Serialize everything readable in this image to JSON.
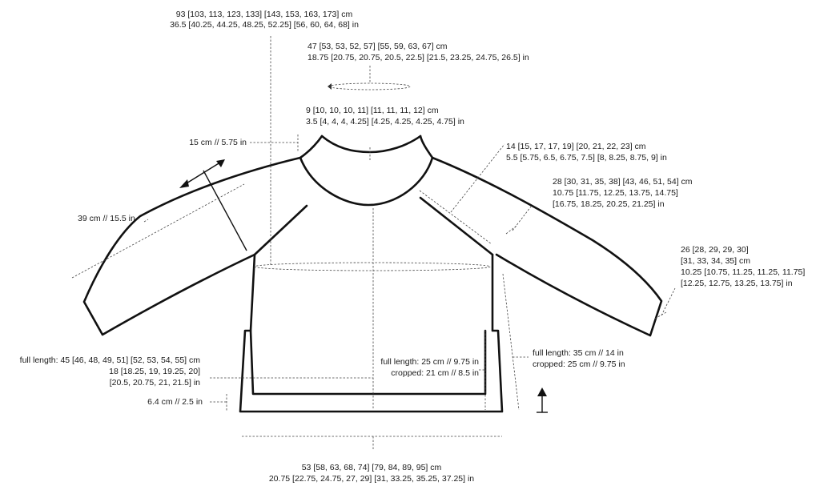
{
  "labels": {
    "chest_circ": {
      "line1": "93 [103, 113, 123, 133] [143, 153, 163, 173] cm",
      "line2": "36.5 [40.25, 44.25, 48.25, 52.25] [56, 60, 64, 68] in"
    },
    "neck_circ": {
      "line1": "47 [53, 53, 52, 57] [55, 59, 63, 67] cm",
      "line2": "18.75 [20.75, 20.75, 20.5, 22.5] [21.5, 23.25, 24.75, 26.5] in"
    },
    "collar_depth": {
      "line1": "9 [10, 10, 10, 11] [11, 11, 11, 12] cm",
      "line2": "3.5 [4, 4, 4, 4.25] [4.25, 4.25, 4.25, 4.75] in"
    },
    "neck_drop": "15 cm // 5.75 in",
    "yoke_length": {
      "line1": "14 [15, 17, 17, 19] [20, 21, 22, 23] cm",
      "line2": "5.5 [5.75, 6.5, 6.75, 7.5] [8, 8.25, 8.75, 9] in"
    },
    "upper_arm": {
      "line1": "28 [30, 31, 35, 38] [43, 46, 51, 54] cm",
      "line2": "10.75 [11.75, 12.25, 13.75, 14.75]",
      "line3": "[16.75, 18.25, 20.25, 21.25] in"
    },
    "sleeve_length": "39 cm // 15.5 in",
    "cuff_circ": {
      "line1": "26 [28, 29, 29, 30]",
      "line2": "[31, 33, 34, 35] cm",
      "line3": "10.25 [10.75, 11.25, 11.25, 11.75]",
      "line4": "[12.25, 12.75, 13.25, 13.75] in"
    },
    "body_length_left": {
      "line1": "full length: 45 [46, 48, 49, 51] [52, 53, 54, 55] cm",
      "line2": "18 [18.25, 19, 19.25, 20]",
      "line3": "[20.5, 20.75, 21, 21.5] in"
    },
    "front_length": {
      "line1": "full length: 25 cm // 9.75 in",
      "line2": "cropped: 21 cm // 8.5 in"
    },
    "side_length": {
      "line1": "full length: 35 cm // 14 in",
      "line2": "cropped: 25 cm // 9.75 in"
    },
    "hem_depth": "6.4 cm // 2.5 in",
    "hem_width": {
      "line1": "53 [58, 63, 68, 74] [79, 84, 89, 95] cm",
      "line2": "20.75 [22.75, 24.75, 27, 29] [31, 33.25, 35.25, 37.25] in"
    }
  },
  "icons": [
    "grain-direction-arrow-icon",
    "knitting-direction-arrow-icon"
  ],
  "colors": {
    "line": "#111111",
    "text": "#1a1a1a"
  }
}
